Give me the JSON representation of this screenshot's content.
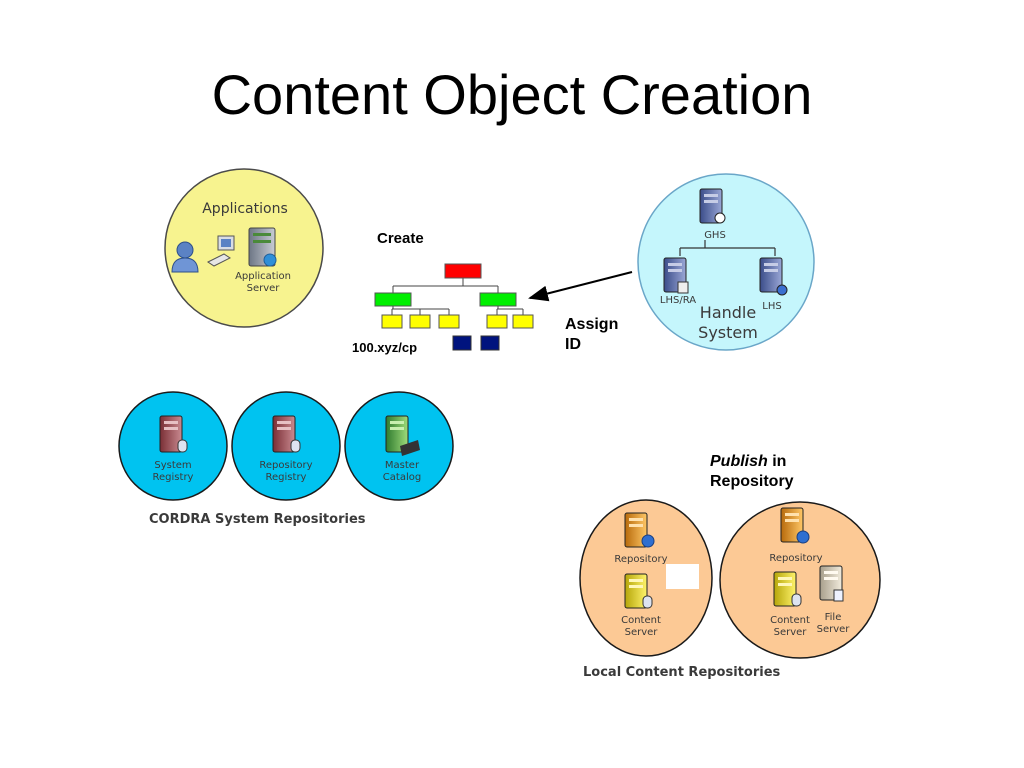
{
  "title": "Content Object Creation",
  "applications": {
    "heading": "Applications",
    "server_line1": "Application",
    "server_line2": "Server"
  },
  "create_label": "Create",
  "id_label": "100.xyz/cp",
  "assign": {
    "line1": "Assign",
    "line2": "ID"
  },
  "handle": {
    "ghs": "GHS",
    "lhs_ra": "LHS/RA",
    "lhs": "LHS",
    "line1": "Handle",
    "line2": "System"
  },
  "cordra": {
    "caption": "CORDRA System Repositories",
    "items": [
      {
        "line1": "System",
        "line2": "Registry"
      },
      {
        "line1": "Repository",
        "line2": "Registry"
      },
      {
        "line1": "Master",
        "line2": "Catalog"
      }
    ]
  },
  "publish": {
    "emphasis": "Publish",
    "rest": " in",
    "line2": "Repository"
  },
  "local": {
    "caption": "Local Content Repositories",
    "repository": "Repository",
    "content1": "Content",
    "content2": "Server",
    "file1": "File",
    "file2": "Server"
  },
  "colors": {
    "yellow_circle": "#f7f38f",
    "cyan_circle": "#00c3f0",
    "light_cyan": "#c5f6fc",
    "orange_circle": "#fcc995",
    "red_box": "#ff0000",
    "green_box": "#00ef00",
    "yellow_box": "#ffff00",
    "navy_box": "#00137e"
  }
}
